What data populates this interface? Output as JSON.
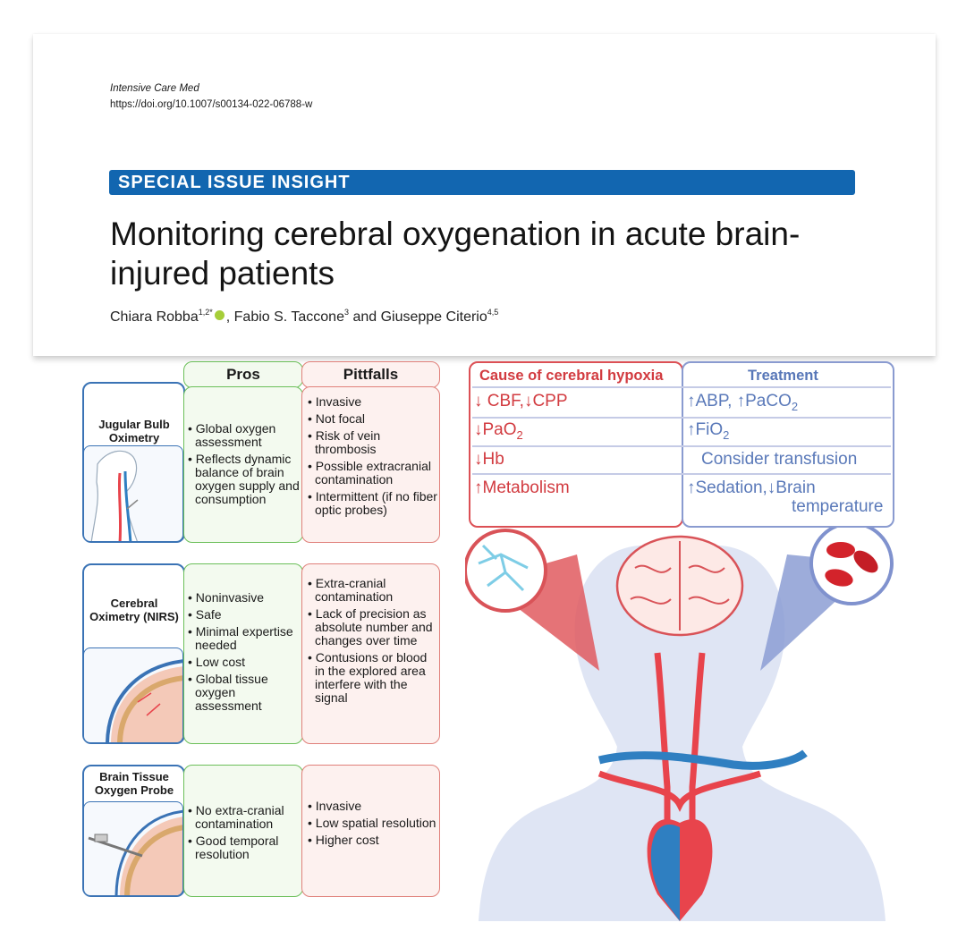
{
  "header": {
    "journal": "Intensive Care Med",
    "doi": "https://doi.org/10.1007/s00134-022-06788-w",
    "banner": "SPECIAL ISSUE INSIGHT",
    "title": "Monitoring cerebral oxygenation in acute brain-injured patients",
    "authors": {
      "a1": "Chiara Robba",
      "a1_sup": "1,2*",
      "a2": ", Fabio S. Taccone",
      "a2_sup": "3",
      "a3": " and Giuseppe Citerio",
      "a3_sup": "4,5"
    }
  },
  "table": {
    "pros_header": "Pros",
    "pitfalls_header": "Pittfalls",
    "rows": [
      {
        "technique": "Jugular Bulb Oximetry",
        "pros": [
          "Global oxygen assessment",
          "Reflects dynamic balance of brain oxygen supply and consumption"
        ],
        "pitfalls": [
          "Invasive",
          "Not focal",
          "Risk of vein thrombosis",
          "Possible extracranial contamination",
          "Intermittent (if no fiber optic probes)"
        ]
      },
      {
        "technique": "Cerebral Oximetry (NIRS)",
        "pros": [
          "Noninvasive",
          "Safe",
          "Minimal expertise needed",
          "Low cost",
          "Global tissue oxygen assessment"
        ],
        "pitfalls": [
          "Extra-cranial contamination",
          "Lack of precision as absolute number and changes over time",
          "Contusions or blood in the explored area interfere with the signal"
        ]
      },
      {
        "technique": "Brain Tissue Oxygen Probe",
        "pros": [
          "No extra-cranial contamination",
          "Good temporal resolution"
        ],
        "pitfalls": [
          "Invasive",
          "Low spatial resolution",
          "Higher cost"
        ]
      }
    ]
  },
  "hypoxia": {
    "cause_header": "Cause of cerebral hypoxia",
    "treatment_header": "Treatment",
    "rows": [
      {
        "cause": "↓ CBF,↓CPP",
        "treatment": "↑ABP, ↑PaCO",
        "treatment_sub": "2"
      },
      {
        "cause": "↓PaO",
        "cause_sub": "2",
        "treatment": "↑FiO",
        "treatment_sub": "2"
      },
      {
        "cause": "↓Hb",
        "treatment": "Consider transfusion"
      },
      {
        "cause": "↑Metabolism",
        "treatment": "↑Sedation,↓Brain",
        "treatment_line2": "temperature"
      }
    ]
  },
  "colors": {
    "banner": "#1266b0",
    "pros_border": "#6bbf59",
    "pitfalls_border": "#e0807a",
    "cause": "#d23b40",
    "treatment": "#5877b8",
    "artery": "#e8444c",
    "vein": "#2f7fc1"
  }
}
